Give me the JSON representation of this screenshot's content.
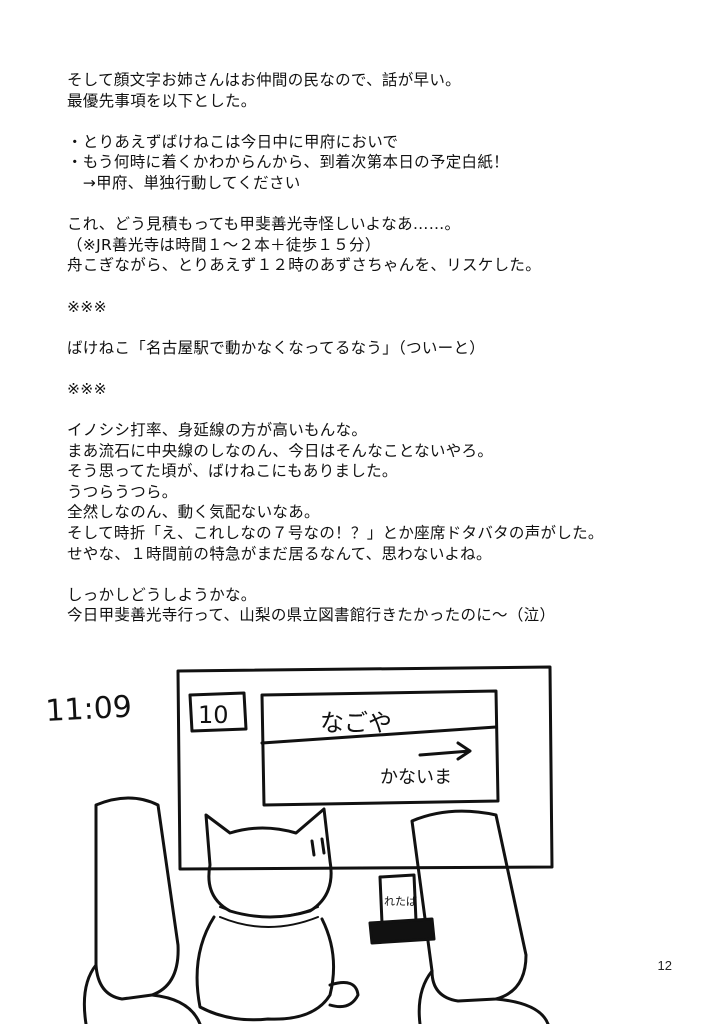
{
  "text_lines": [
    "そして顔文字お姉さんはお仲間の民なので、話が早い。",
    "最優先事項を以下とした。",
    "",
    "・とりあえずばけねこは今日中に甲府においで",
    "・もう何時に着くかわからんから、到着次第本日の予定白紙！",
    "　→甲府、単独行動してください",
    "",
    "これ、どう見積もっても甲斐善光寺怪しいよなあ……。",
    "（※JR善光寺は時間１～２本＋徒歩１５分）",
    "舟こぎながら、とりあえず１２時のあずさちゃんを、リスケした。",
    "",
    "※※※",
    "",
    "ばけねこ「名古屋駅で動かなくなってるなう」（ついーと）",
    "",
    "※※※",
    "",
    "イノシシ打率、身延線の方が高いもんな。",
    "まあ流石に中央線のしなのん、今日はそんなことないやろ。",
    "そう思ってた頃が、ばけねこにもありました。",
    "うつらうつら。",
    "全然しなのん、動く気配ないなあ。",
    "そして時折「え、これしなの７号なの！？」とか座席ドタバタの声がした。",
    "せやな、１時間前の特急がまだ居るなんて、思わないよね。",
    "",
    "しっかしどうしようかな。",
    "今日甲斐善光寺行って、山梨の県立図書館行きたかったのに～（泣）"
  ],
  "illustration": {
    "time_label": "11:09",
    "platform_number": "10",
    "destination": "なごや",
    "status": "かないま",
    "drink_label": "れたば"
  },
  "page_number": "12"
}
